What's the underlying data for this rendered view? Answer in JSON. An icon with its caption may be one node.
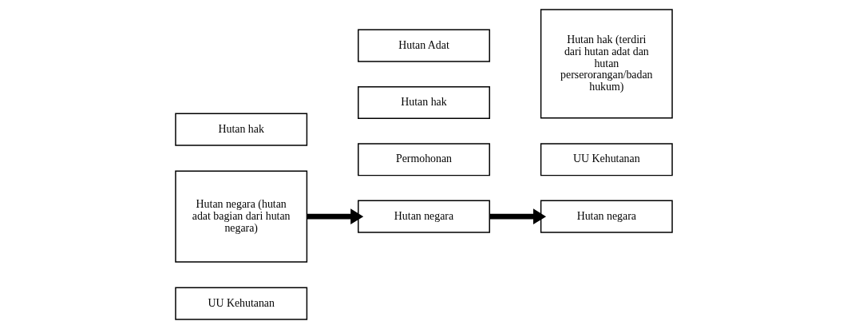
{
  "diagram": {
    "nodes": [
      {
        "text": [
          "UU Kehutanan"
        ]
      },
      {
        "text": [
          "Hutan negara (hutan adat bagian dari hutan negara)"
        ]
      },
      {
        "text": [
          "Hutan hak"
        ]
      },
      {
        "text": [
          "Permohonan"
        ]
      },
      {
        "text": [
          "Hutan negara"
        ]
      },
      {
        "text": [
          "Hutan hak"
        ]
      },
      {
        "text": [
          "Hutan Adat"
        ]
      },
      {
        "text": [
          "UU Kehutanan"
        ]
      },
      {
        "text": [
          "Hutan negara"
        ]
      },
      {
        "text": [
          "Hutan hak (terdiri dari hutan adat dan hutan perserorangan/badan hukum)"
        ]
      }
    ],
    "edges": [
      {
        "from": 1,
        "to": 4,
        "arrow": "to"
      },
      {
        "from": 4,
        "to": 8,
        "arrow": "to"
      }
    ]
  }
}
